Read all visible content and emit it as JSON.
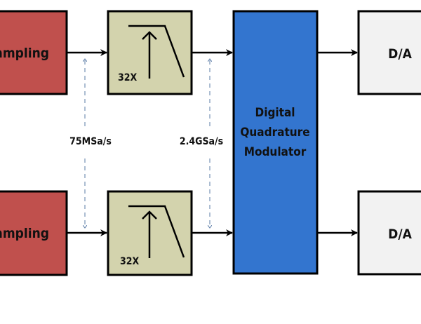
{
  "colors": {
    "sampling_block": "#C0504D",
    "filter_block": "#D3D3AD",
    "modulator_block": "#3375CF",
    "dac_block": "#F2F2F2",
    "rate_marker": "#5A7BA6"
  },
  "top_path": {
    "sampling_label": "ampling",
    "filter_label": "32X",
    "dac_label": "D/A"
  },
  "bottom_path": {
    "sampling_label": "ampling",
    "filter_label": "32X",
    "dac_label": "D/A"
  },
  "modulator": {
    "line1": "Digital",
    "line2": "Quadrature",
    "line3": "Modulator"
  },
  "rates": {
    "input_rate": "75MSa/s",
    "output_rate": "2.4GSa/s"
  }
}
